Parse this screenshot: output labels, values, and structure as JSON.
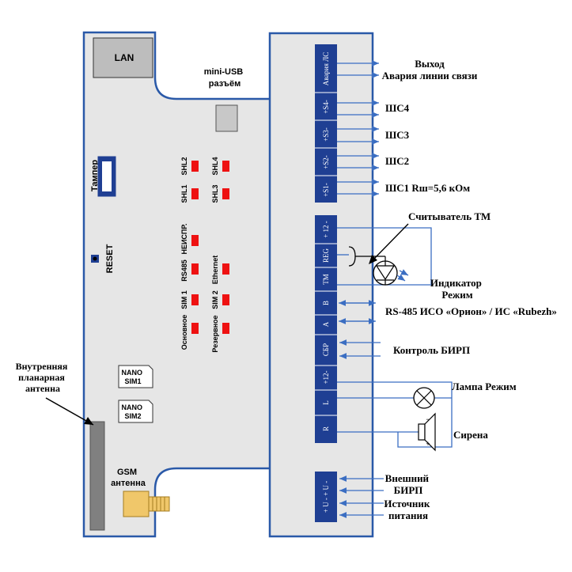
{
  "board": {
    "lan": "LAN",
    "mini_usb": [
      "mini-USB",
      "разъём"
    ],
    "tamper": "Тампер",
    "reset": "RESET",
    "nano_sim1": [
      "NANO",
      "SIM1"
    ],
    "nano_sim2": [
      "NANO",
      "SIM2"
    ],
    "gsm": [
      "GSM",
      "антенна"
    ],
    "internal_antenna": [
      "Внутренняя",
      "планарная",
      "антенна"
    ]
  },
  "leds": {
    "shl2": "SHL2",
    "shl4": "SHL4",
    "shl1": "SHL1",
    "shl3": "SHL3",
    "fault": "НЕИСПР.",
    "rs485": "RS485",
    "ethernet": "Ethernet",
    "sim1": "SIM 1",
    "sim2": "SIM 2",
    "main": "Основное",
    "reserve": "Резервное"
  },
  "terminals": {
    "block1": [
      "Авария ЛС",
      "+S4-",
      "+S3-",
      "+S2-",
      "+S1-"
    ],
    "block2": [
      "+ 12 -",
      "REG",
      "TM",
      "B",
      "A",
      "СБР",
      "+12-",
      "L",
      "R"
    ],
    "block3": "+ U - + U -"
  },
  "labels": {
    "output": "Выход",
    "alarm": "Авария линии связи",
    "shs4": "ШС4",
    "shs3": "ШС3",
    "shs2": "ШС2",
    "shs1": "ШС1  Rш=5,6 кОм",
    "reader": "Считыватель ТМ",
    "indicator": [
      "Индикатор",
      "Режим"
    ],
    "rs485_bus": "RS-485   ИСО «Орион» / ИС «Rubezh»",
    "birp_control": "Контроль БИРП",
    "lamp": "Лампа Режим",
    "siren": "Сирена",
    "ext_birp": [
      "Внешний",
      "БИРП"
    ],
    "power_source": [
      "Источник",
      "питания"
    ]
  },
  "colors": {
    "board_fill": "#e6e6e6",
    "board_stroke": "#2a59a8",
    "terminal": "#1f3f93",
    "led": "#ee1111",
    "wire": "#3b6ec2"
  }
}
